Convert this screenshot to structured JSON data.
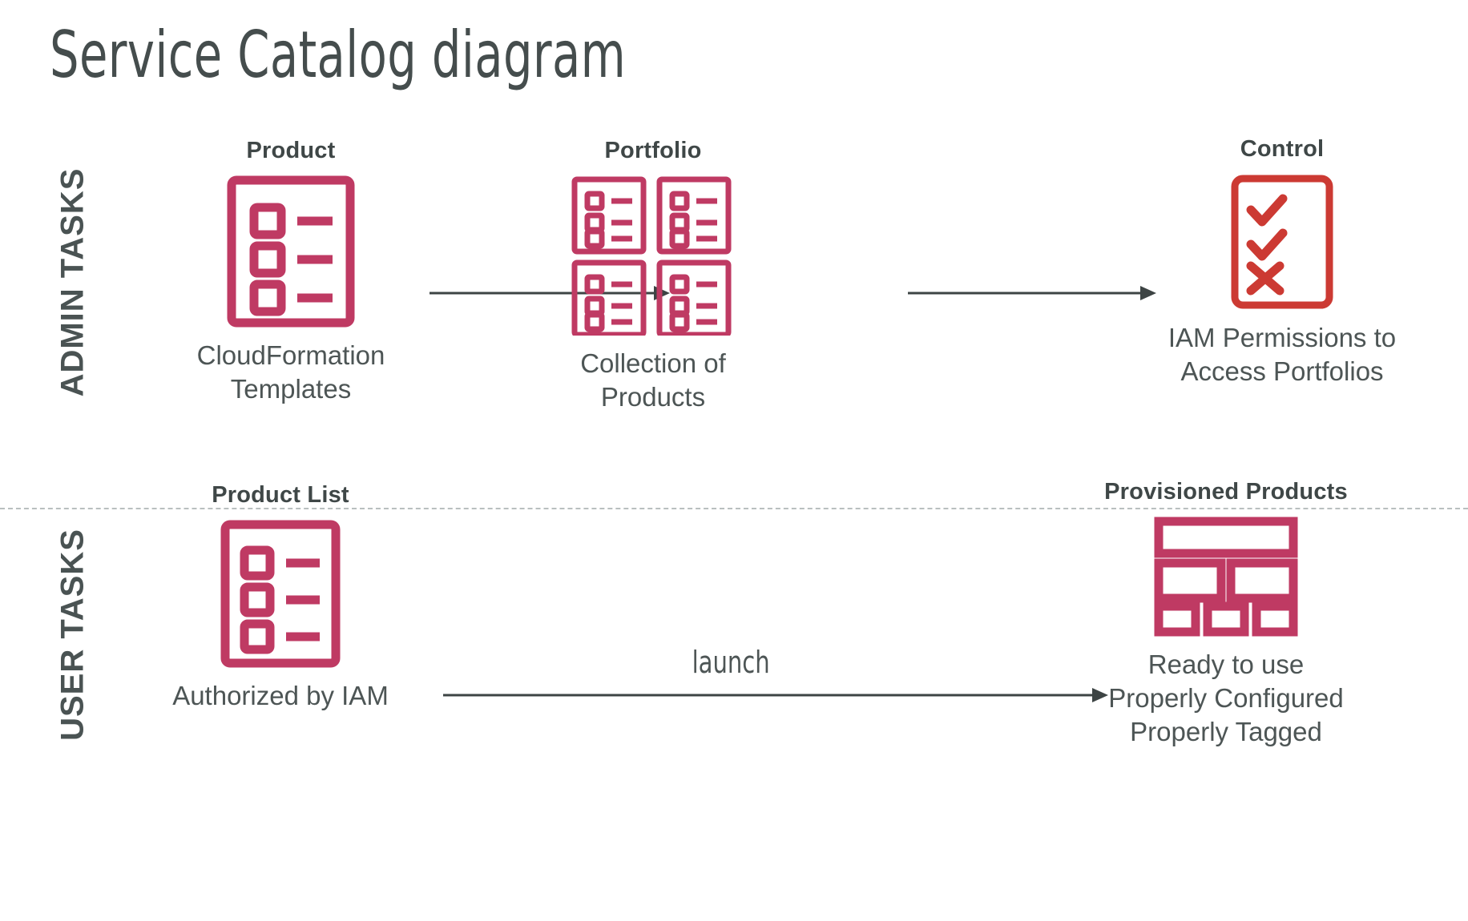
{
  "title": "Service Catalog diagram",
  "colors": {
    "crimson": "#bf3a63",
    "red": "#cc3a33",
    "text_dark": "#414a4a",
    "arrow": "#3d4444",
    "divider": "#b9bfbf",
    "background": "#ffffff"
  },
  "bands": [
    {
      "id": "admin",
      "label": "ADMIN TASKS"
    },
    {
      "id": "user",
      "label": "USER TASKS"
    }
  ],
  "nodes": {
    "product": {
      "title": "Product",
      "caption": "CloudFormation\nTemplates",
      "icon": "document-checklist-icon"
    },
    "portfolio": {
      "title": "Portfolio",
      "caption": "Collection of Products",
      "icon": "document-checklist-grid-icon"
    },
    "control": {
      "title": "Control",
      "caption": "IAM Permissions to\nAccess Portfolios",
      "icon": "checklist-approve-deny-icon"
    },
    "product_list": {
      "title": "Product List",
      "caption": "Authorized by IAM",
      "icon": "document-checklist-icon"
    },
    "provisioned_products": {
      "title": "Provisioned Products",
      "caption": "Ready to use\nProperly Configured\nProperly Tagged",
      "icon": "layout-blocks-icon"
    }
  },
  "arrows": [
    {
      "id": "product-to-portfolio",
      "label": ""
    },
    {
      "id": "portfolio-to-control",
      "label": ""
    },
    {
      "id": "product-list-to-provisioned",
      "label": "launch"
    }
  ]
}
